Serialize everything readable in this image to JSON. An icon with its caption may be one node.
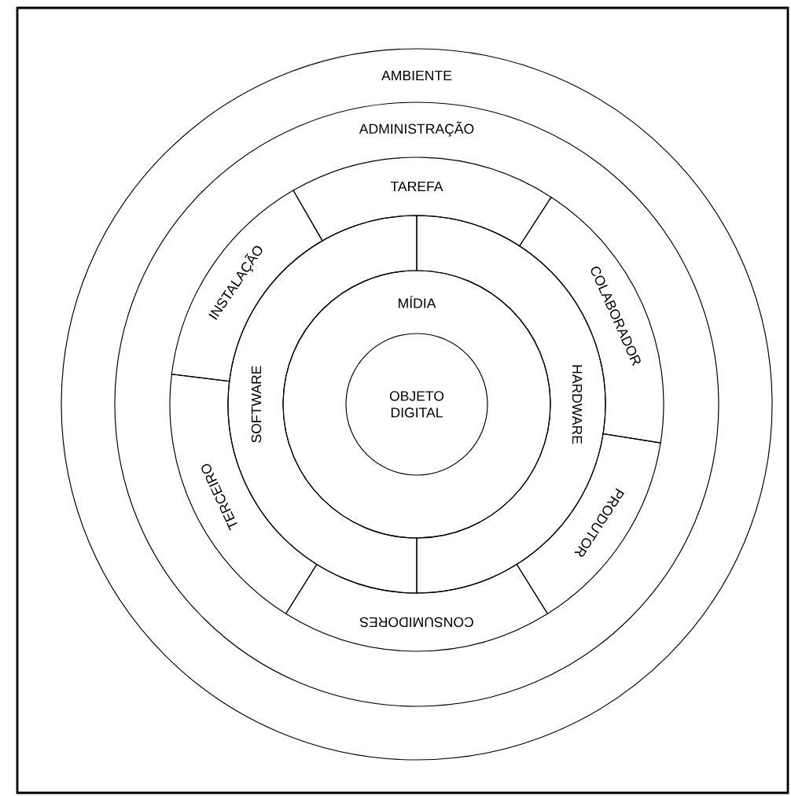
{
  "diagram": {
    "nodes": [
      {
        "text": [
          "AMBIENTE"
        ]
      },
      {
        "text": [
          "ADMINISTRAÇÃO"
        ],
        "in": 0
      },
      {
        "text": [
          "TAREFA"
        ],
        "in": 1
      },
      {
        "text": [
          "COLABORADOR"
        ],
        "in": 1
      },
      {
        "text": [
          "PRODUTOR"
        ],
        "in": 1
      },
      {
        "text": [
          "CONSUMIDORES"
        ],
        "in": 1
      },
      {
        "text": [
          "TERCEIRO"
        ],
        "in": 1
      },
      {
        "text": [
          "INSTALAÇÃO"
        ],
        "in": 1
      },
      {
        "text": [
          "SOFTWARE"
        ],
        "in": 1
      },
      {
        "text": [
          "HARDWARE"
        ],
        "in": 1
      },
      {
        "text": [
          "MÍDIA"
        ],
        "in": 1
      },
      {
        "text": [
          "OBJETO DIGITAL"
        ],
        "in": 10
      }
    ]
  }
}
